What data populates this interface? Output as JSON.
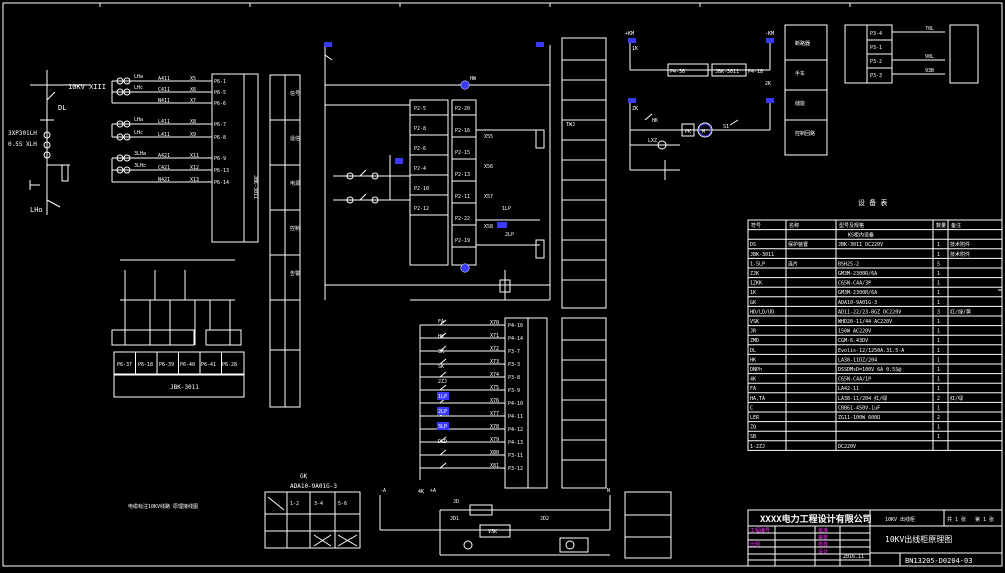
{
  "colors": {
    "line": "#ffffff",
    "accent_blue": "#3a3aff",
    "accent_magenta": "#ff33ff",
    "text_yellow": "#ffff66",
    "background": "#000000"
  },
  "left_feeder": {
    "bus_label": "10KV XIII",
    "breaker_label": "DL",
    "ct_label": "3XP301LH",
    "ct_label2": "0.5S XLH",
    "arrester_label": "LHo"
  },
  "ct_rows": [
    {
      "name": "LHa",
      "wire": "A411",
      "cx": "X5",
      "term": "P6-1"
    },
    {
      "name": "LHc",
      "wire": "C411",
      "cx": "X6",
      "term": "P6-5"
    },
    {
      "name": "",
      "wire": "N411",
      "cx": "X7",
      "term": "P6-6"
    },
    {
      "name": "LHa",
      "wire": "L411",
      "cx": "X8",
      "term": "P6-7"
    },
    {
      "name": "LHc",
      "wire": "L411",
      "cx": "X9",
      "term": "P6-8"
    },
    {
      "name": "3LHa",
      "wire": "A421",
      "cx": "X11",
      "term": "P6-9"
    },
    {
      "name": "3LHc",
      "wire": "C421",
      "cx": "X12",
      "term": "P6-13"
    },
    {
      "name": "",
      "wire": "N421",
      "cx": "X13",
      "term": "P6-14"
    }
  ],
  "bottom_left_terms": [
    "P6-37",
    "P6-18",
    "P6-39",
    "P6-40",
    "P6-41",
    "P6-28"
  ],
  "bottom_left_device": "JBK-3011",
  "left_device_label": "JBK-3011",
  "middle_left_terms": [
    "P2-5",
    "P2-8",
    "P2-6",
    "P2-4",
    "P2-10",
    "P2-12"
  ],
  "middle_right_terms": [
    "P2-20",
    "P2-16",
    "P2-15",
    "P2-13",
    "P2-11",
    "P2-22",
    "P2-19"
  ],
  "center_wire_labels": [
    "X55",
    "X56",
    "X57",
    "X58"
  ],
  "center_relays": [
    "HW",
    "TWJ",
    "1LP",
    "2LP"
  ],
  "middle_bottom_terms": [
    "P4-16",
    "P4-14",
    "P3-7",
    "P3-3",
    "P3-8",
    "P3-9",
    "P4-10",
    "P4-11",
    "P4-12",
    "P4-13",
    "P3-11",
    "P3-12"
  ],
  "middle_bottom_wires": [
    "X70",
    "X71",
    "X72",
    "X73",
    "X74",
    "X75",
    "X76",
    "X77",
    "X78",
    "X79",
    "X80",
    "X81"
  ],
  "middle_bottom_labels": [
    "FA",
    "HK",
    "3K",
    "SK",
    "2ZJ",
    "1LP",
    "2LP",
    "3LP",
    "DLD"
  ],
  "top_right_labels": [
    "JBK-3011",
    "P4-36",
    "P4-18",
    "+KM",
    "-KM",
    "1K",
    "2K",
    "ZK",
    "HK",
    "LXZ"
  ],
  "motor_labels": [
    "M",
    "S1",
    "PK"
  ],
  "far_right_terms": [
    "P3-4",
    "P3-1",
    "P3-2",
    "P3-3"
  ],
  "far_right_wires": [
    "70L",
    "90L",
    "93B"
  ],
  "dc_supply_labels": [
    "-A",
    "+A",
    "N",
    "JD",
    "JD1",
    "JD2",
    "VSK",
    "4K"
  ],
  "switch_table_title": "ADA10-9A01G-3",
  "switch_table_header": "GK",
  "switch_table_cols": [
    "1-2",
    "3-4",
    "5-6"
  ],
  "note_text": "电缆标注10KV线路 原理接线图",
  "bom": {
    "title": "设 备 表",
    "header": [
      "符号",
      "名称",
      "型号及规格",
      "数量",
      "备注"
    ],
    "section": "KS柜内设备",
    "rows": [
      {
        "sym": "DS",
        "name": "保护装置",
        "spec": "JBK-3011 DC220V",
        "qty": "1",
        "note": "技术附件"
      },
      {
        "sym": "JBK-3011",
        "name": "",
        "spec": "",
        "qty": "1",
        "note": "技术附件"
      },
      {
        "sym": "1-5LP",
        "name": "连片",
        "spec": "BSH25-2",
        "qty": "5",
        "note": ""
      },
      {
        "sym": "ZJK",
        "name": "",
        "spec": "GM3M-2300R/6A",
        "qty": "1",
        "note": ""
      },
      {
        "sym": "1ZKK",
        "name": "",
        "spec": "C65N-C4A/3P",
        "qty": "1",
        "note": ""
      },
      {
        "sym": "1K",
        "name": "",
        "spec": "GM3M-2300R/6A",
        "qty": "1",
        "note": ""
      },
      {
        "sym": "GK",
        "name": "",
        "spec": "ADA10-9A01G-3",
        "qty": "1",
        "note": ""
      },
      {
        "sym": "HD/LD/UD",
        "name": "",
        "spec": "AD11-22/23-BGZ DC220V",
        "qty": "3",
        "note": "红/绿/黄"
      },
      {
        "sym": "VSK",
        "name": "",
        "spec": "WHD20-11/44 AC220V",
        "qty": "1",
        "note": ""
      },
      {
        "sym": "JR",
        "name": "",
        "spec": "150W AC220V",
        "qty": "1",
        "note": ""
      },
      {
        "sym": "ZMD",
        "name": "",
        "spec": "CGM-6.43DV",
        "qty": "1",
        "note": ""
      },
      {
        "sym": "DL",
        "name": "",
        "spec": "Evolis-12/1250A.31.5-A",
        "qty": "1",
        "note": ""
      },
      {
        "sym": "HK",
        "name": "",
        "spec": "LA38-11DZ/204",
        "qty": "1",
        "note": ""
      },
      {
        "sym": "DNPh",
        "name": "",
        "spec": "DSSDMsD=100V 6A 0.5S@",
        "qty": "1",
        "note": ""
      },
      {
        "sym": "4K",
        "name": "",
        "spec": "C65N-C4A/1P",
        "qty": "1",
        "note": ""
      },
      {
        "sym": "FA",
        "name": "",
        "spec": "LA42-11",
        "qty": "1",
        "note": ""
      },
      {
        "sym": "HA,TA",
        "name": "",
        "spec": "LA38-11/204 红/绿",
        "qty": "2",
        "note": "红/绿"
      },
      {
        "sym": "C",
        "name": "",
        "spec": "CBB61-450V-1uF",
        "qty": "1",
        "note": ""
      },
      {
        "sym": "LER",
        "name": "",
        "spec": "ZG11-100W 600Ω",
        "qty": "2",
        "note": ""
      },
      {
        "sym": "ZQ",
        "name": "",
        "spec": "",
        "qty": "1",
        "note": ""
      },
      {
        "sym": "SB",
        "name": "",
        "spec": "",
        "qty": "1",
        "note": ""
      },
      {
        "sym": "1-2ZJ",
        "name": "",
        "spec": "DC220V",
        "qty": "",
        "note": ""
      }
    ]
  },
  "title_block": {
    "company": "XXXX电力工程设计有限公司",
    "project": "10KV 出线柜",
    "drawing_title": "10KV出线柜原理图",
    "drawing_no": "BN13205-D0204-03",
    "scale_label": "共 1 张",
    "sheet_label": "第 1 张",
    "date": "2016.11",
    "roles": [
      "批准",
      "审核",
      "校核",
      "设计"
    ],
    "side_roles": [
      "工程编号",
      "比例"
    ]
  },
  "cabinet_right_labels": [
    "断路器",
    "手车",
    "储能",
    "控制回路"
  ],
  "terminal_strip_left_labels": [
    "信号",
    "遥信",
    "电源",
    "控制",
    "告警"
  ]
}
